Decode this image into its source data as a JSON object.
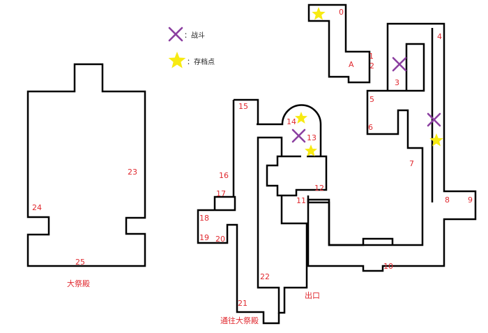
{
  "legend": {
    "battle_icon": "cross-mark",
    "battle_label": "：战斗",
    "save_icon": "star",
    "save_label": "：存档点"
  },
  "colors": {
    "wall": "#000000",
    "label": "#e0282e",
    "battle": "#8b3fa0",
    "save": "#f7ea12"
  },
  "areas": {
    "great_hall": "大祭殿",
    "exit": "出口",
    "to_great_hall": "通往大祭殿"
  },
  "markers": {
    "A": "A",
    "n0": "0",
    "n1": "1",
    "n2": "2",
    "n3": "3",
    "n4": "4",
    "n5": "5",
    "n6": "6",
    "n7": "7",
    "n8": "8",
    "n9": "9",
    "n10": "10",
    "n11": "11",
    "n12": "12",
    "n13": "13",
    "n14": "14",
    "n15": "15",
    "n16": "16",
    "n17": "17",
    "n18": "18",
    "n19": "19",
    "n20": "20",
    "n21": "21",
    "n22": "22",
    "n23": "23",
    "n24": "24",
    "n25": "25"
  }
}
